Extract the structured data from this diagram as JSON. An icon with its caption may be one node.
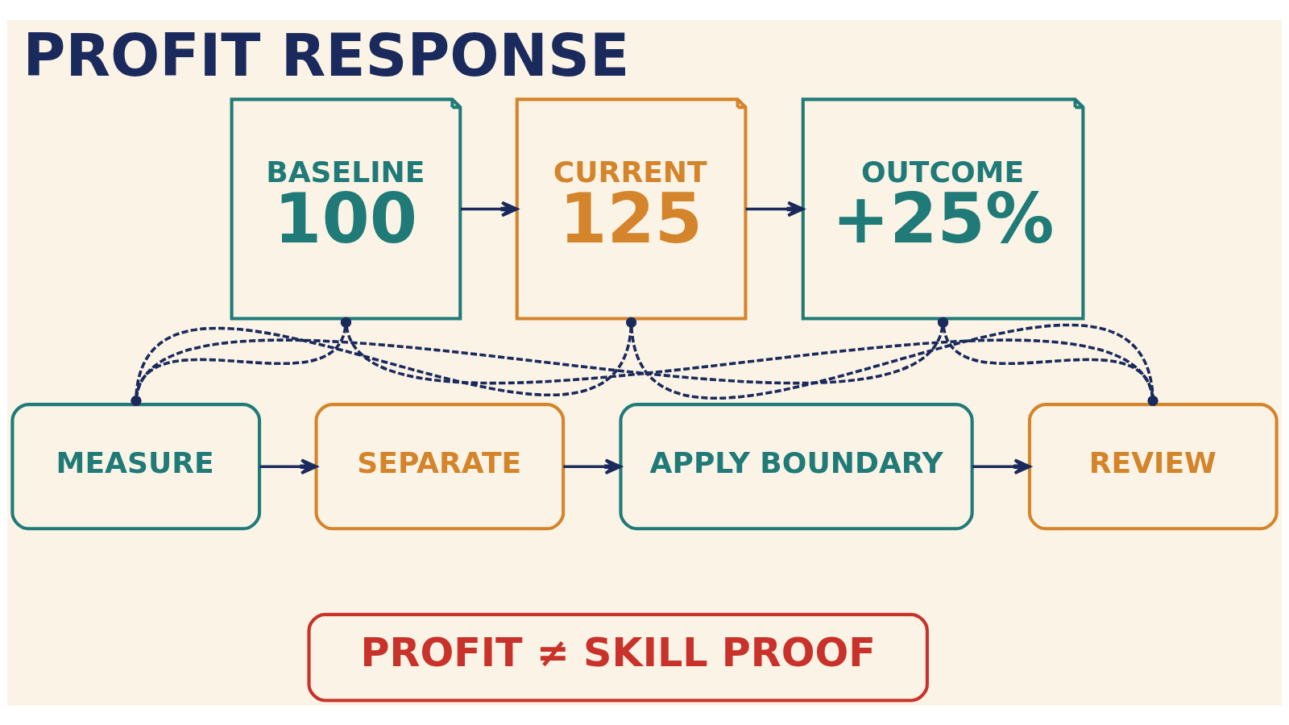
{
  "diagram": {
    "title": "PROFIT RESPONSE",
    "nodes": [
      {
        "text": [
          "BASELINE",
          "100"
        ]
      },
      {
        "text": [
          "CURRENT",
          "125"
        ]
      },
      {
        "text": [
          "OUTCOME",
          "+25%"
        ]
      },
      {
        "text": [
          "MEASURE"
        ]
      },
      {
        "text": [
          "SEPARATE"
        ]
      },
      {
        "text": [
          "APPLY BOUNDARY"
        ]
      },
      {
        "text": [
          "REVIEW"
        ]
      },
      {
        "text": [
          "PROFIT ≠ SKILL PROOF"
        ]
      }
    ],
    "edges": [
      {
        "from": 0,
        "to": 1,
        "arrow": "to"
      },
      {
        "from": 1,
        "to": 2,
        "arrow": "to"
      },
      {
        "from": 0,
        "to": 3,
        "arrow": "other",
        "style": "dashed"
      },
      {
        "from": 0,
        "to": 6,
        "arrow": "other",
        "style": "dashed"
      },
      {
        "from": 1,
        "to": 3,
        "arrow": "other",
        "style": "dashed"
      },
      {
        "from": 1,
        "to": 6,
        "arrow": "other",
        "style": "dashed"
      },
      {
        "from": 2,
        "to": 3,
        "arrow": "other",
        "style": "dashed"
      },
      {
        "from": 2,
        "to": 6,
        "arrow": "other",
        "style": "dashed"
      },
      {
        "from": 3,
        "to": 4,
        "arrow": "to"
      },
      {
        "from": 4,
        "to": 5,
        "arrow": "to"
      },
      {
        "from": 5,
        "to": 6,
        "arrow": "to"
      }
    ]
  }
}
